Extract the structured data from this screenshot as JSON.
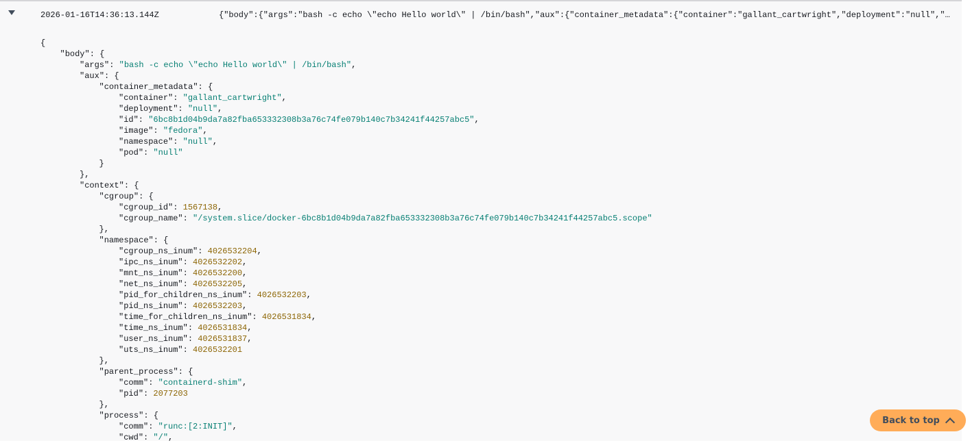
{
  "log_row": {
    "timestamp": "2026-01-16T14:36:13.144Z",
    "message_preview": "{\"body\":{\"args\":\"bash -c echo \\\"echo Hello world\\\" | /bin/bash\",\"aux\":{\"container_metadata\":{\"container\":\"gallant_cartwright\",\"deployment\":\"null\",\"…"
  },
  "json_lines": [
    {
      "i": 0,
      "t": "{"
    },
    {
      "i": 1,
      "k": "body",
      "t": "{"
    },
    {
      "i": 2,
      "k": "args",
      "v": "\"bash -c echo \\\"echo Hello world\\\" | /bin/bash\"",
      "c": "str",
      "s": ","
    },
    {
      "i": 2,
      "k": "aux",
      "t": "{"
    },
    {
      "i": 3,
      "k": "container_metadata",
      "t": "{"
    },
    {
      "i": 4,
      "k": "container",
      "v": "\"gallant_cartwright\"",
      "c": "str",
      "s": ","
    },
    {
      "i": 4,
      "k": "deployment",
      "v": "\"null\"",
      "c": "str",
      "s": ","
    },
    {
      "i": 4,
      "k": "id",
      "v": "\"6bc8b1d04b9da7a82fba653332308b3a76c74fe079b140c7b34241f44257abc5\"",
      "c": "str",
      "s": ","
    },
    {
      "i": 4,
      "k": "image",
      "v": "\"fedora\"",
      "c": "str",
      "s": ","
    },
    {
      "i": 4,
      "k": "namespace",
      "v": "\"null\"",
      "c": "str",
      "s": ","
    },
    {
      "i": 4,
      "k": "pod",
      "v": "\"null\"",
      "c": "str"
    },
    {
      "i": 3,
      "t": "}"
    },
    {
      "i": 2,
      "t": "},"
    },
    {
      "i": 2,
      "k": "context",
      "t": "{"
    },
    {
      "i": 3,
      "k": "cgroup",
      "t": "{"
    },
    {
      "i": 4,
      "k": "cgroup_id",
      "v": "1567138",
      "c": "num",
      "s": ","
    },
    {
      "i": 4,
      "k": "cgroup_name",
      "v": "\"/system.slice/docker-6bc8b1d04b9da7a82fba653332308b3a76c74fe079b140c7b34241f44257abc5.scope\"",
      "c": "str"
    },
    {
      "i": 3,
      "t": "},"
    },
    {
      "i": 3,
      "k": "namespace",
      "t": "{"
    },
    {
      "i": 4,
      "k": "cgroup_ns_inum",
      "v": "4026532204",
      "c": "num",
      "s": ","
    },
    {
      "i": 4,
      "k": "ipc_ns_inum",
      "v": "4026532202",
      "c": "num",
      "s": ","
    },
    {
      "i": 4,
      "k": "mnt_ns_inum",
      "v": "4026532200",
      "c": "num",
      "s": ","
    },
    {
      "i": 4,
      "k": "net_ns_inum",
      "v": "4026532205",
      "c": "num",
      "s": ","
    },
    {
      "i": 4,
      "k": "pid_for_children_ns_inum",
      "v": "4026532203",
      "c": "num",
      "s": ","
    },
    {
      "i": 4,
      "k": "pid_ns_inum",
      "v": "4026532203",
      "c": "num",
      "s": ","
    },
    {
      "i": 4,
      "k": "time_for_children_ns_inum",
      "v": "4026531834",
      "c": "num",
      "s": ","
    },
    {
      "i": 4,
      "k": "time_ns_inum",
      "v": "4026531834",
      "c": "num",
      "s": ","
    },
    {
      "i": 4,
      "k": "user_ns_inum",
      "v": "4026531837",
      "c": "num",
      "s": ","
    },
    {
      "i": 4,
      "k": "uts_ns_inum",
      "v": "4026532201",
      "c": "num"
    },
    {
      "i": 3,
      "t": "},"
    },
    {
      "i": 3,
      "k": "parent_process",
      "t": "{"
    },
    {
      "i": 4,
      "k": "comm",
      "v": "\"containerd-shim\"",
      "c": "str",
      "s": ","
    },
    {
      "i": 4,
      "k": "pid",
      "v": "2077203",
      "c": "num"
    },
    {
      "i": 3,
      "t": "},"
    },
    {
      "i": 3,
      "k": "process",
      "t": "{"
    },
    {
      "i": 4,
      "k": "comm",
      "v": "\"runc:[2:INIT]\"",
      "c": "str",
      "s": ","
    },
    {
      "i": 4,
      "k": "cwd",
      "v": "\"/\"",
      "c": "str",
      "s": ","
    }
  ],
  "back_to_top": {
    "label": "Back to top"
  }
}
